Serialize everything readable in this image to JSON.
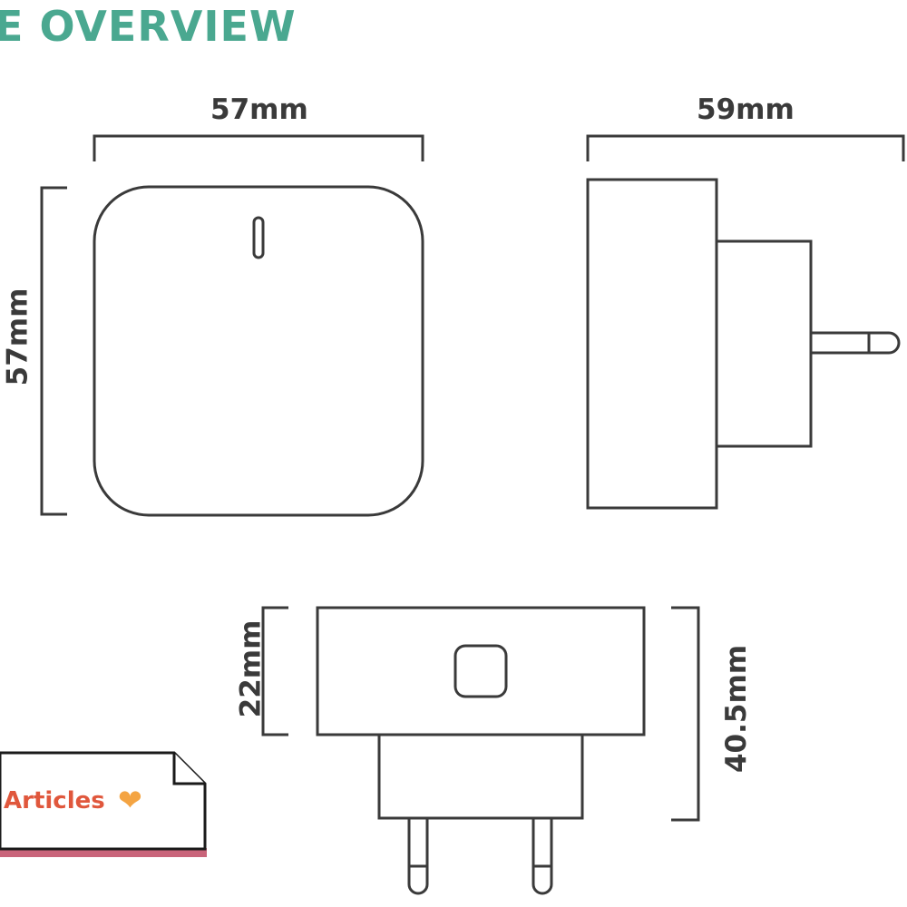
{
  "header": {
    "title": "E OVERVIEW"
  },
  "dimensions": {
    "front_width": "57mm",
    "front_height": "57mm",
    "side_depth": "59mm",
    "bottom_body_height": "22mm",
    "bottom_total_height": "40.5mm"
  },
  "badge": {
    "label": "Articles",
    "icon": "heart-icon"
  },
  "colors": {
    "title": "#4aa890",
    "outline": "#3a3a3a",
    "badge_text": "#e0573c",
    "heart": "#f4a442",
    "badge_stripe": "#c9647a"
  }
}
